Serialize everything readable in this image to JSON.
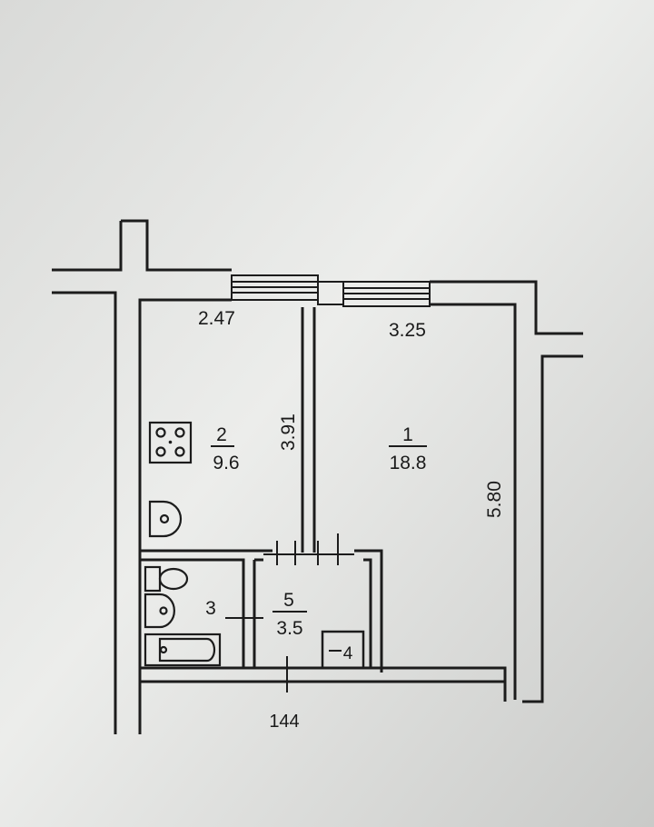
{
  "plan": {
    "rooms": [
      {
        "id": "1",
        "number": "1",
        "area": "18.8"
      },
      {
        "id": "2",
        "number": "2",
        "area": "9.6"
      },
      {
        "id": "3",
        "number": "3",
        "area": ""
      },
      {
        "id": "4",
        "number": "4",
        "area": ""
      },
      {
        "id": "5",
        "number": "5",
        "area": "3.5"
      }
    ],
    "dimensions": {
      "room2_width": "2.47",
      "room1_width": "3.25",
      "room2_depth": "3.91",
      "room1_depth": "5.80",
      "entry": "144"
    },
    "colors": {
      "paper": "#e9e9e7",
      "ink": "#1c1c1c"
    },
    "icons": [
      "stove-icon",
      "sink-icon",
      "toilet-icon",
      "washbasin-icon",
      "bathtub-icon"
    ]
  }
}
